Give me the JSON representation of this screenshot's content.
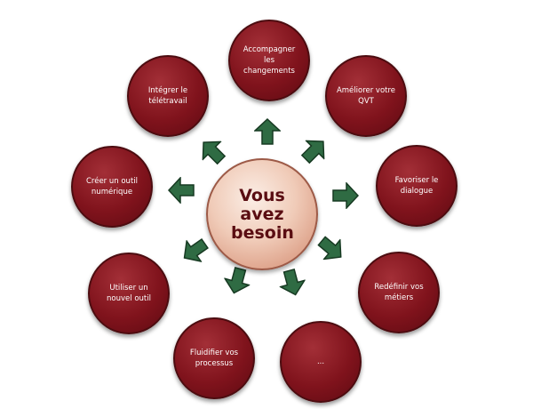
{
  "center": {
    "label": "Vous avez besoin"
  },
  "nodes": [
    {
      "label": "Accompagner les changements"
    },
    {
      "label": "Améliorer votre QVT"
    },
    {
      "label": "Favoriser le dialogue"
    },
    {
      "label": "Redéfinir vos métiers"
    },
    {
      "label": "..."
    },
    {
      "label": "Fluidifier vos processus"
    },
    {
      "label": "Utiliser un nouvel outil"
    },
    {
      "label": "Créer un outil numérique"
    },
    {
      "label": "Intégrer le télétravail"
    }
  ],
  "colors": {
    "node_fill": "#80131c",
    "node_text": "#ffffff",
    "center_fill": "#f0cbb8",
    "center_text": "#5a0d12",
    "arrow_fill": "#2f6b43",
    "arrow_stroke": "#1b3f26"
  },
  "arrow_icon": "outward-arrow-icon"
}
